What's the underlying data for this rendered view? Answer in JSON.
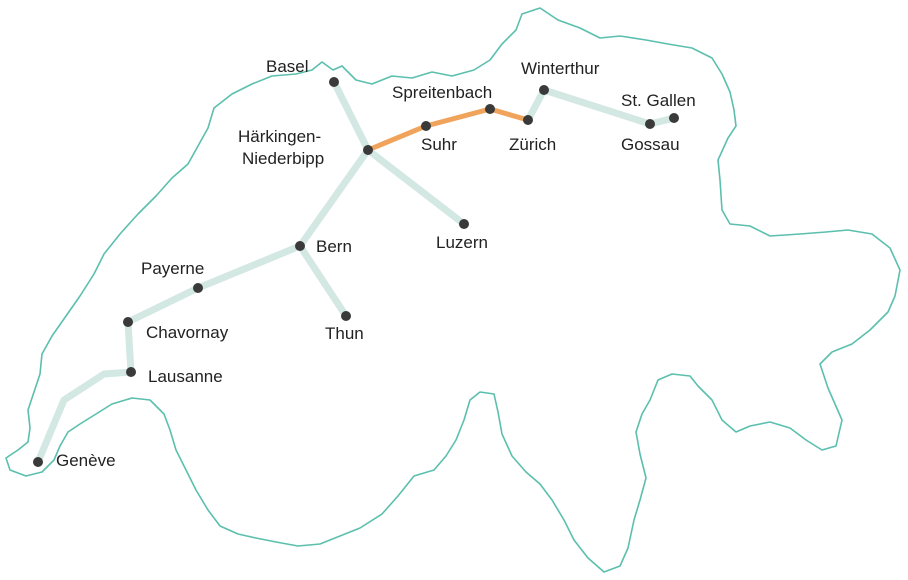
{
  "colors": {
    "border": "#5bbfae",
    "route": "#d3e8e2",
    "highlight": "#f0a35a",
    "node": "#3a3a3a",
    "label": "#222222"
  },
  "cities": {
    "basel": "Basel",
    "haerkingen_1": "Härkingen-",
    "haerkingen_2": "Niederbipp",
    "spreitenbach": "Spreitenbach",
    "winterthur": "Winterthur",
    "stgallen": "St. Gallen",
    "suhr": "Suhr",
    "zuerich": "Zürich",
    "gossau": "Gossau",
    "luzern": "Luzern",
    "bern": "Bern",
    "payerne": "Payerne",
    "chavornay": "Chavornay",
    "thun": "Thun",
    "lausanne": "Lausanne",
    "geneve": "Genève"
  }
}
